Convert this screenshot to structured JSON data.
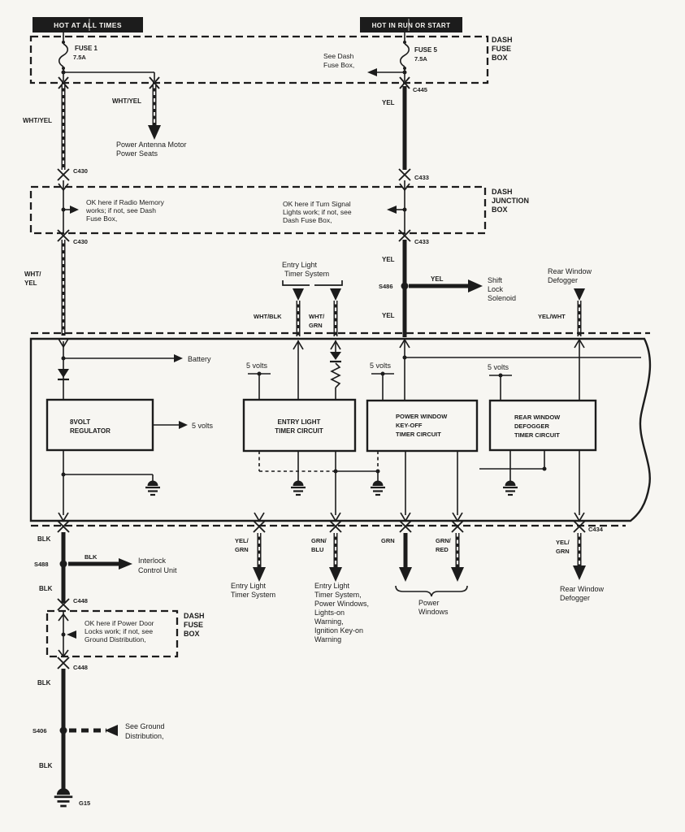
{
  "canvas": {
    "bg": "#f7f6f2",
    "ink": "#1c1c1c"
  },
  "headers": {
    "hot_at_all_times": "HOT AT ALL TIMES",
    "hot_in_run_or_start": "HOT IN RUN OR START"
  },
  "top_fuse_box": {
    "label": [
      "DASH",
      "FUSE",
      "BOX"
    ],
    "fuse1": {
      "name": "FUSE 1",
      "rating": "7.5A"
    },
    "fuse5": {
      "name": "FUSE 5",
      "rating": "7.5A"
    },
    "see_dash": [
      "See Dash",
      "Fuse Box,"
    ]
  },
  "junction_box": {
    "label": [
      "DASH",
      "JUNCTION",
      "BOX"
    ],
    "radio_note": [
      "OK here if Radio Memory",
      "works; if not, see Dash",
      "Fuse Box,"
    ],
    "turn_note": [
      "OK here if Turn Signal",
      "Lights work; if not, see",
      "Dash Fuse Box,"
    ]
  },
  "bottom_fuse_box": {
    "label": [
      "DASH",
      "FUSE",
      "BOX"
    ],
    "door_note": [
      "OK here if Power Door",
      "Locks work; if not, see",
      "Ground Distribution,"
    ]
  },
  "connectors": {
    "c445": "C445",
    "c430": "C430",
    "c433": "C433",
    "c434": "C434",
    "c448": "C448"
  },
  "grounds": {
    "g15": "G15"
  },
  "splices": {
    "s486": "S486",
    "s488": "S488",
    "s406": "S406"
  },
  "wires": {
    "wht_yel": "WHT/YEL",
    "wht_yel_2l": [
      "WHT/",
      "YEL"
    ],
    "yel": "YEL",
    "wht_blk": "WHT/BLK",
    "wht_grn_2l": [
      "WHT/",
      "GRN"
    ],
    "yel_wht": "YEL/WHT",
    "blk": "BLK",
    "yel_grn_2l": [
      "YEL/",
      "GRN"
    ],
    "grn_blu_2l": [
      "GRN/",
      "BLU"
    ],
    "grn": "GRN",
    "grn_red_2l": [
      "GRN/",
      "RED"
    ]
  },
  "modules": {
    "regulator": [
      "8VOLT",
      "REGULATOR"
    ],
    "entry_timer": [
      "ENTRY LIGHT",
      "TIMER CIRCUIT"
    ],
    "power_window_timer": [
      "POWER WINDOW",
      "KEY-OFF",
      "TIMER CIRCUIT"
    ],
    "defogger_timer": [
      "REAR WINDOW",
      "DEFOGGER",
      "TIMER CIRCUIT"
    ]
  },
  "test_points": {
    "battery": "Battery",
    "five_volts": "5 volts"
  },
  "destinations": {
    "power_antenna": [
      "Power Antenna Motor",
      "Power Seats"
    ],
    "shift_lock": [
      "Shift",
      "Lock",
      "Solenoid"
    ],
    "entry_light_system": [
      "Entry Light",
      "Timer System"
    ],
    "rear_defogger": [
      "Rear Window",
      "Defogger"
    ],
    "interlock": [
      "Interlock",
      "Control Unit"
    ],
    "see_ground": [
      "See Ground",
      "Distribution,"
    ],
    "entry_multi": [
      "Entry Light",
      "Timer System,",
      "Power Windows,",
      "Lights-on",
      "Warning,",
      "Ignition Key-on",
      "Warning"
    ],
    "power_windows": [
      "Power",
      "Windows"
    ]
  }
}
